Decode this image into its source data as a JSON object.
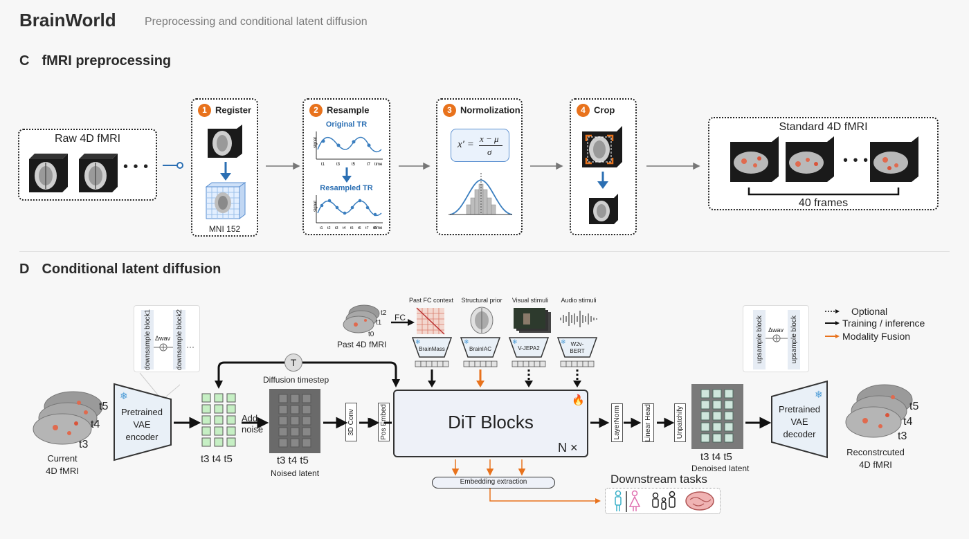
{
  "header": {
    "title": "BrainWorld",
    "subtitle": "Preprocessing and conditional latent diffusion"
  },
  "section_c": {
    "letter": "C",
    "title": "fMRI preprocessing",
    "raw_label": "Raw 4D fMRI",
    "raw_ellipsis": "• • •",
    "steps": [
      {
        "num": "1",
        "title": "Register",
        "caption": "MNI 152"
      },
      {
        "num": "2",
        "title": "Resample",
        "top_label": "Original TR",
        "bottom_label": "Resampled TR"
      },
      {
        "num": "3",
        "title": "Normolization"
      },
      {
        "num": "4",
        "title": "Crop"
      }
    ],
    "axis_signal": "signal",
    "axis_time": "time",
    "original_ticks": [
      "t1",
      "t3",
      "t5",
      "t7"
    ],
    "resampled_ticks": [
      "t1",
      "t2",
      "t3",
      "t4",
      "t5",
      "t6",
      "t7",
      "t8"
    ],
    "formula_lhs": "x′ =",
    "formula_num": "x − μ",
    "formula_den": "σ",
    "standard_label": "Standard 4D fMRI",
    "standard_ellipsis": "• • •",
    "frames_label": "40 frames"
  },
  "section_d": {
    "letter": "D",
    "title": "Conditional latent diffusion",
    "current_label_1": "Current",
    "current_label_2": "4D fMRI",
    "t_labels": [
      "t5",
      "t4",
      "t3"
    ],
    "encoder": {
      "line1": "Pretrained",
      "line2": "VAE",
      "line3": "encoder"
    },
    "decoder": {
      "line1": "Pretrained",
      "line2": "VAE",
      "line3": "decoder"
    },
    "enc_inset": {
      "block1": "downsample block1",
      "block2": "downsample block2",
      "wav": "Δwav"
    },
    "dec_inset": {
      "block1": "upsample block",
      "block2": "upsample block",
      "wav": "Δwav"
    },
    "latent_label": "t3 t4 t5",
    "add_noise_1": "Add",
    "add_noise_2": "noise",
    "noised_title": "Diffusion timestep",
    "timestep_token": "T",
    "noised_label_1": "t3 t4 t5",
    "noised_label_2": "Noised latent",
    "conv_label": "3D Conv",
    "pos_label": "Pos Embed",
    "dit_label": "DiT Blocks",
    "dit_repeat": "N ×",
    "layernorm": "LayerNorm",
    "linear_head": "Linear Head",
    "unpatchify": "Unpatchify",
    "denoised_label_1": "t3 t4 t5",
    "denoised_label_2": "Denoised latent",
    "recon_label_1": "Reconstrcuted",
    "recon_label_2": "4D fMRI",
    "past_label": "Past 4D fMRI",
    "past_t": [
      "t2",
      "t1",
      "t0"
    ],
    "fc_label": "FC",
    "conditions": [
      {
        "title": "Past FC context",
        "encoder": "BrainMass"
      },
      {
        "title": "Structural prior",
        "encoder": "BrainIAC"
      },
      {
        "title": "Visual stimuli",
        "encoder": "V-JEPA2"
      },
      {
        "title": "Audio stimuli",
        "encoder": "W2v-BERT"
      }
    ],
    "legend": [
      {
        "label": "Optional",
        "style": "dotted",
        "color": "#111111"
      },
      {
        "label": "Training / inference",
        "style": "solid",
        "color": "#111111"
      },
      {
        "label": "Modality Fusion",
        "style": "solid",
        "color": "#e8721c"
      }
    ],
    "embedding_label": "Embedding extraction",
    "downstream_label": "Downstream tasks"
  },
  "colors": {
    "accent": "#e8721c",
    "latent_green": "#c6efc4",
    "denoised_teal": "#cfe6dc",
    "box_blue": "#e9f0f7",
    "arrow_blue": "#2b6fb3"
  }
}
